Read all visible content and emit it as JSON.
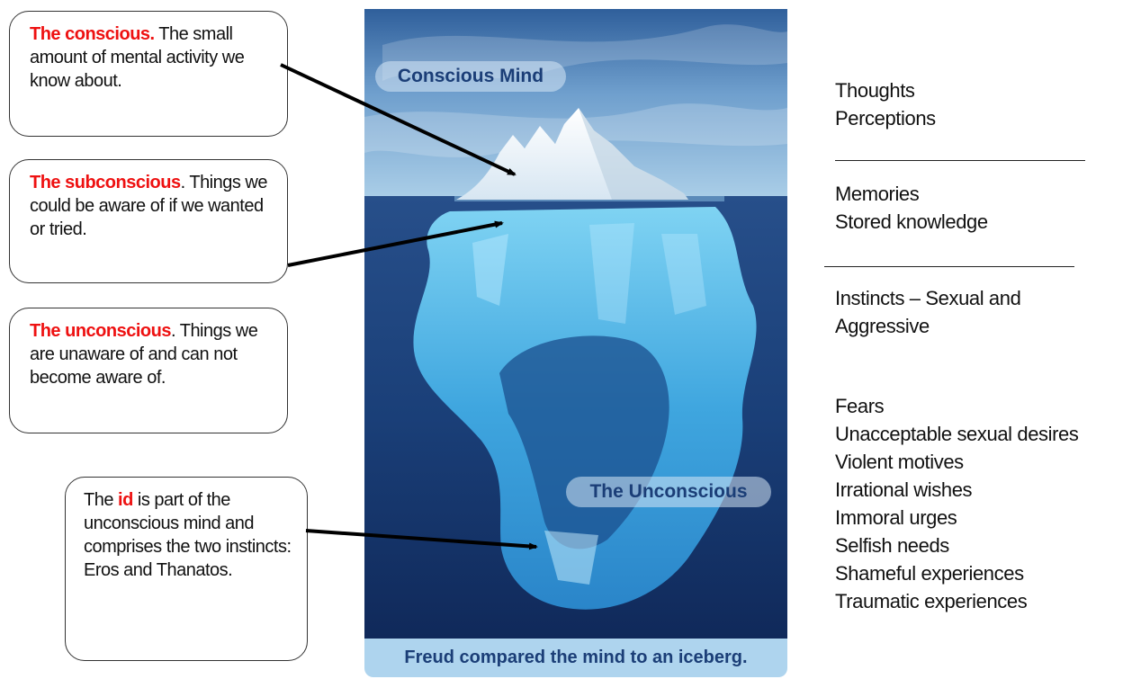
{
  "callouts": {
    "conscious": {
      "highlight": "The conscious.",
      "text": " The small amount of mental activity  we know about."
    },
    "subconscious": {
      "highlight": "The subconscious",
      "text": ".  Things we could be aware of if we wanted or tried."
    },
    "unconscious": {
      "highlight": "The unconscious",
      "text": ".  Things we are unaware of and can not become aware of."
    },
    "id": {
      "before": "The ",
      "highlight": "id",
      "text": " is part of the unconscious mind and comprises the two instincts:  Eros and Thanatos."
    }
  },
  "iceberg": {
    "label_conscious": "Conscious Mind",
    "label_unconscious": "The Unconscious",
    "caption": "Freud compared the mind to an iceberg."
  },
  "right_lists": {
    "conscious": [
      "Thoughts",
      "Perceptions"
    ],
    "subconscious": [
      "Memories",
      "Stored knowledge"
    ],
    "instincts": [
      "Instincts – Sexual  and",
      "Aggressive"
    ],
    "unconscious": [
      "Fears",
      "Unacceptable sexual desires",
      "Violent motives",
      "Irrational wishes",
      "Immoral  urges",
      "Selfish needs",
      "Shameful experiences",
      "Traumatic experiences"
    ]
  },
  "colors": {
    "highlight": "#ee1111",
    "label_text": "#1b3e77",
    "caption_bg": "#aed4ee"
  }
}
